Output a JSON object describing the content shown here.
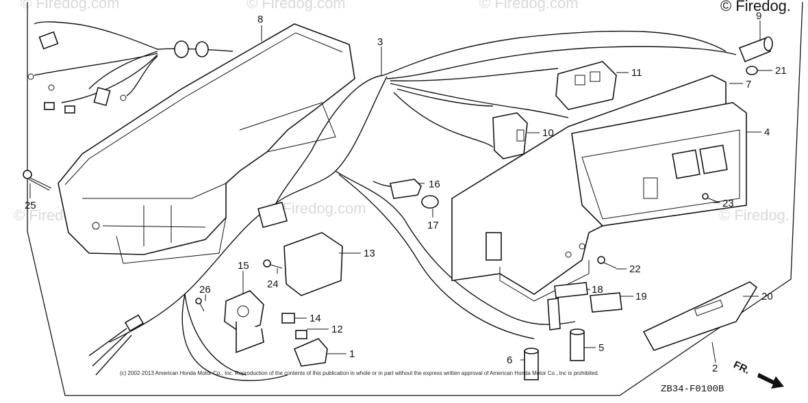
{
  "watermark": {
    "top_right": "© Firedog.",
    "tiles": [
      "© Firedog.com",
      "© Firedog.com",
      "© Firedog.com",
      "© Firedog.com",
      "© Firedog.com",
      "© Firedog."
    ]
  },
  "callouts": [
    "8",
    "3",
    "9",
    "21",
    "11",
    "7",
    "10",
    "4",
    "25",
    "16",
    "17",
    "23",
    "13",
    "22",
    "15",
    "24",
    "18",
    "19",
    "20",
    "26",
    "14",
    "12",
    "1",
    "5",
    "6",
    "2"
  ],
  "copyright": "(c) 2002-2013 American Honda Motor Co., Inc. Reproduction of the contents of this publication in whole or in part without the express written approval of American Honda Motor Co., Inc is prohibited.",
  "diagram_code": "ZB34-F0100B",
  "direction_label": "FR."
}
